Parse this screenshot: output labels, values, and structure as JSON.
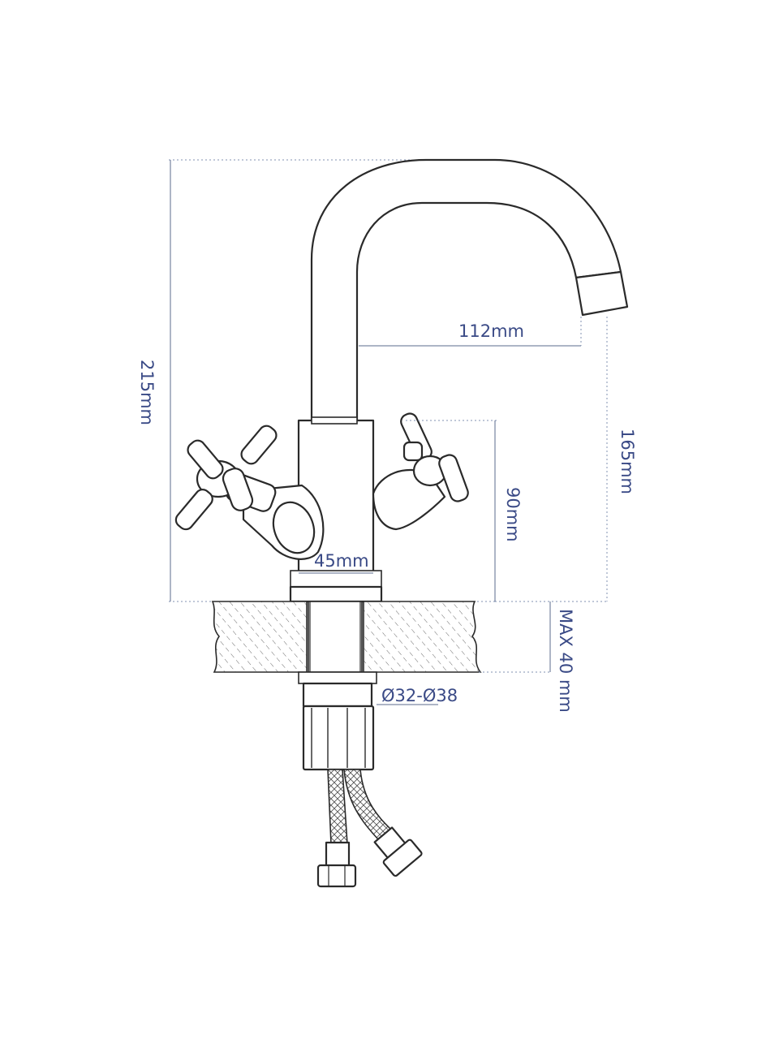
{
  "dimensions": {
    "total_height": "215mm",
    "spout_reach": "112mm",
    "spout_height": "165mm",
    "body_height": "90mm",
    "body_diameter": "45mm",
    "max_counter_thickness": "MAX 40 mm",
    "hole_diameter": "Ø32-Ø38"
  },
  "colors": {
    "dimension_text": "#3a4a86",
    "outline": "#2a2a2a"
  }
}
